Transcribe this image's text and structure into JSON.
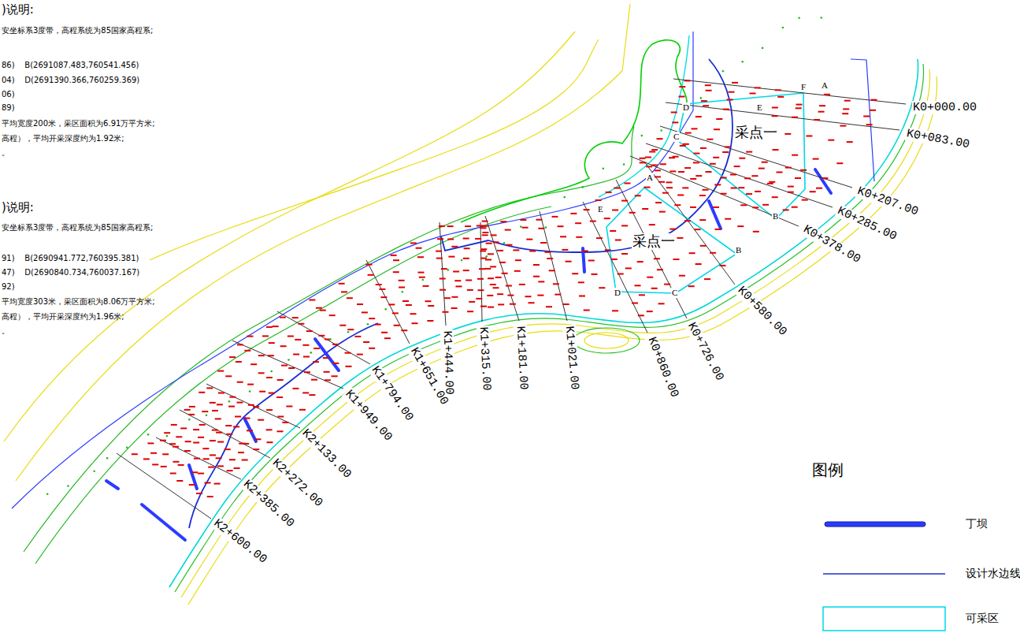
{
  "diagram": {
    "labels": [
      ")说明:",
      "安坐标系3度带，高程系统为85国家高程系;",
      "86)    B(2691087.483,760541.456)",
      "04)    D(2691390.366,760259.369)",
      "06)",
      "89)",
      "平均宽度200米，采区面积为6.91万平方米;",
      "高程），平均开采深度约为1.92米;",
      "。",
      ")说明:",
      "安坐标系3度带，高程系统为85国家高程系;",
      "91)    B(2690941.772,760395.381)",
      "47)    D(2690840.734,760037.167)",
      "92)",
      "平均宽度303米，采区面积为8.06万平方米;",
      "高程），平均开采深度约为1.96米;",
      "。",
      "采点一",
      "采点一",
      "K0+000.00",
      "K0+083.00",
      "K0+207.00",
      "K0+285.00",
      "K0+378.00",
      "K0+580.00",
      "K0+726.00",
      "K0+860.00",
      "K1+021.00",
      "K1+181.00",
      "K1+315.00",
      "K1+444.00",
      "K1+651.00",
      "K1+794.00",
      "K1+949.00",
      "K2+133.00",
      "K2+272.00",
      "K2+385.00",
      "K2+600.00",
      "F",
      "A",
      "D",
      "E",
      "C",
      "B",
      "A",
      "E",
      "B",
      "D",
      "C",
      "图例"
    ],
    "legend": [
      {
        "text": "丁坝"
      },
      {
        "text": "设计水边线"
      },
      {
        "text": "可采区"
      }
    ]
  }
}
